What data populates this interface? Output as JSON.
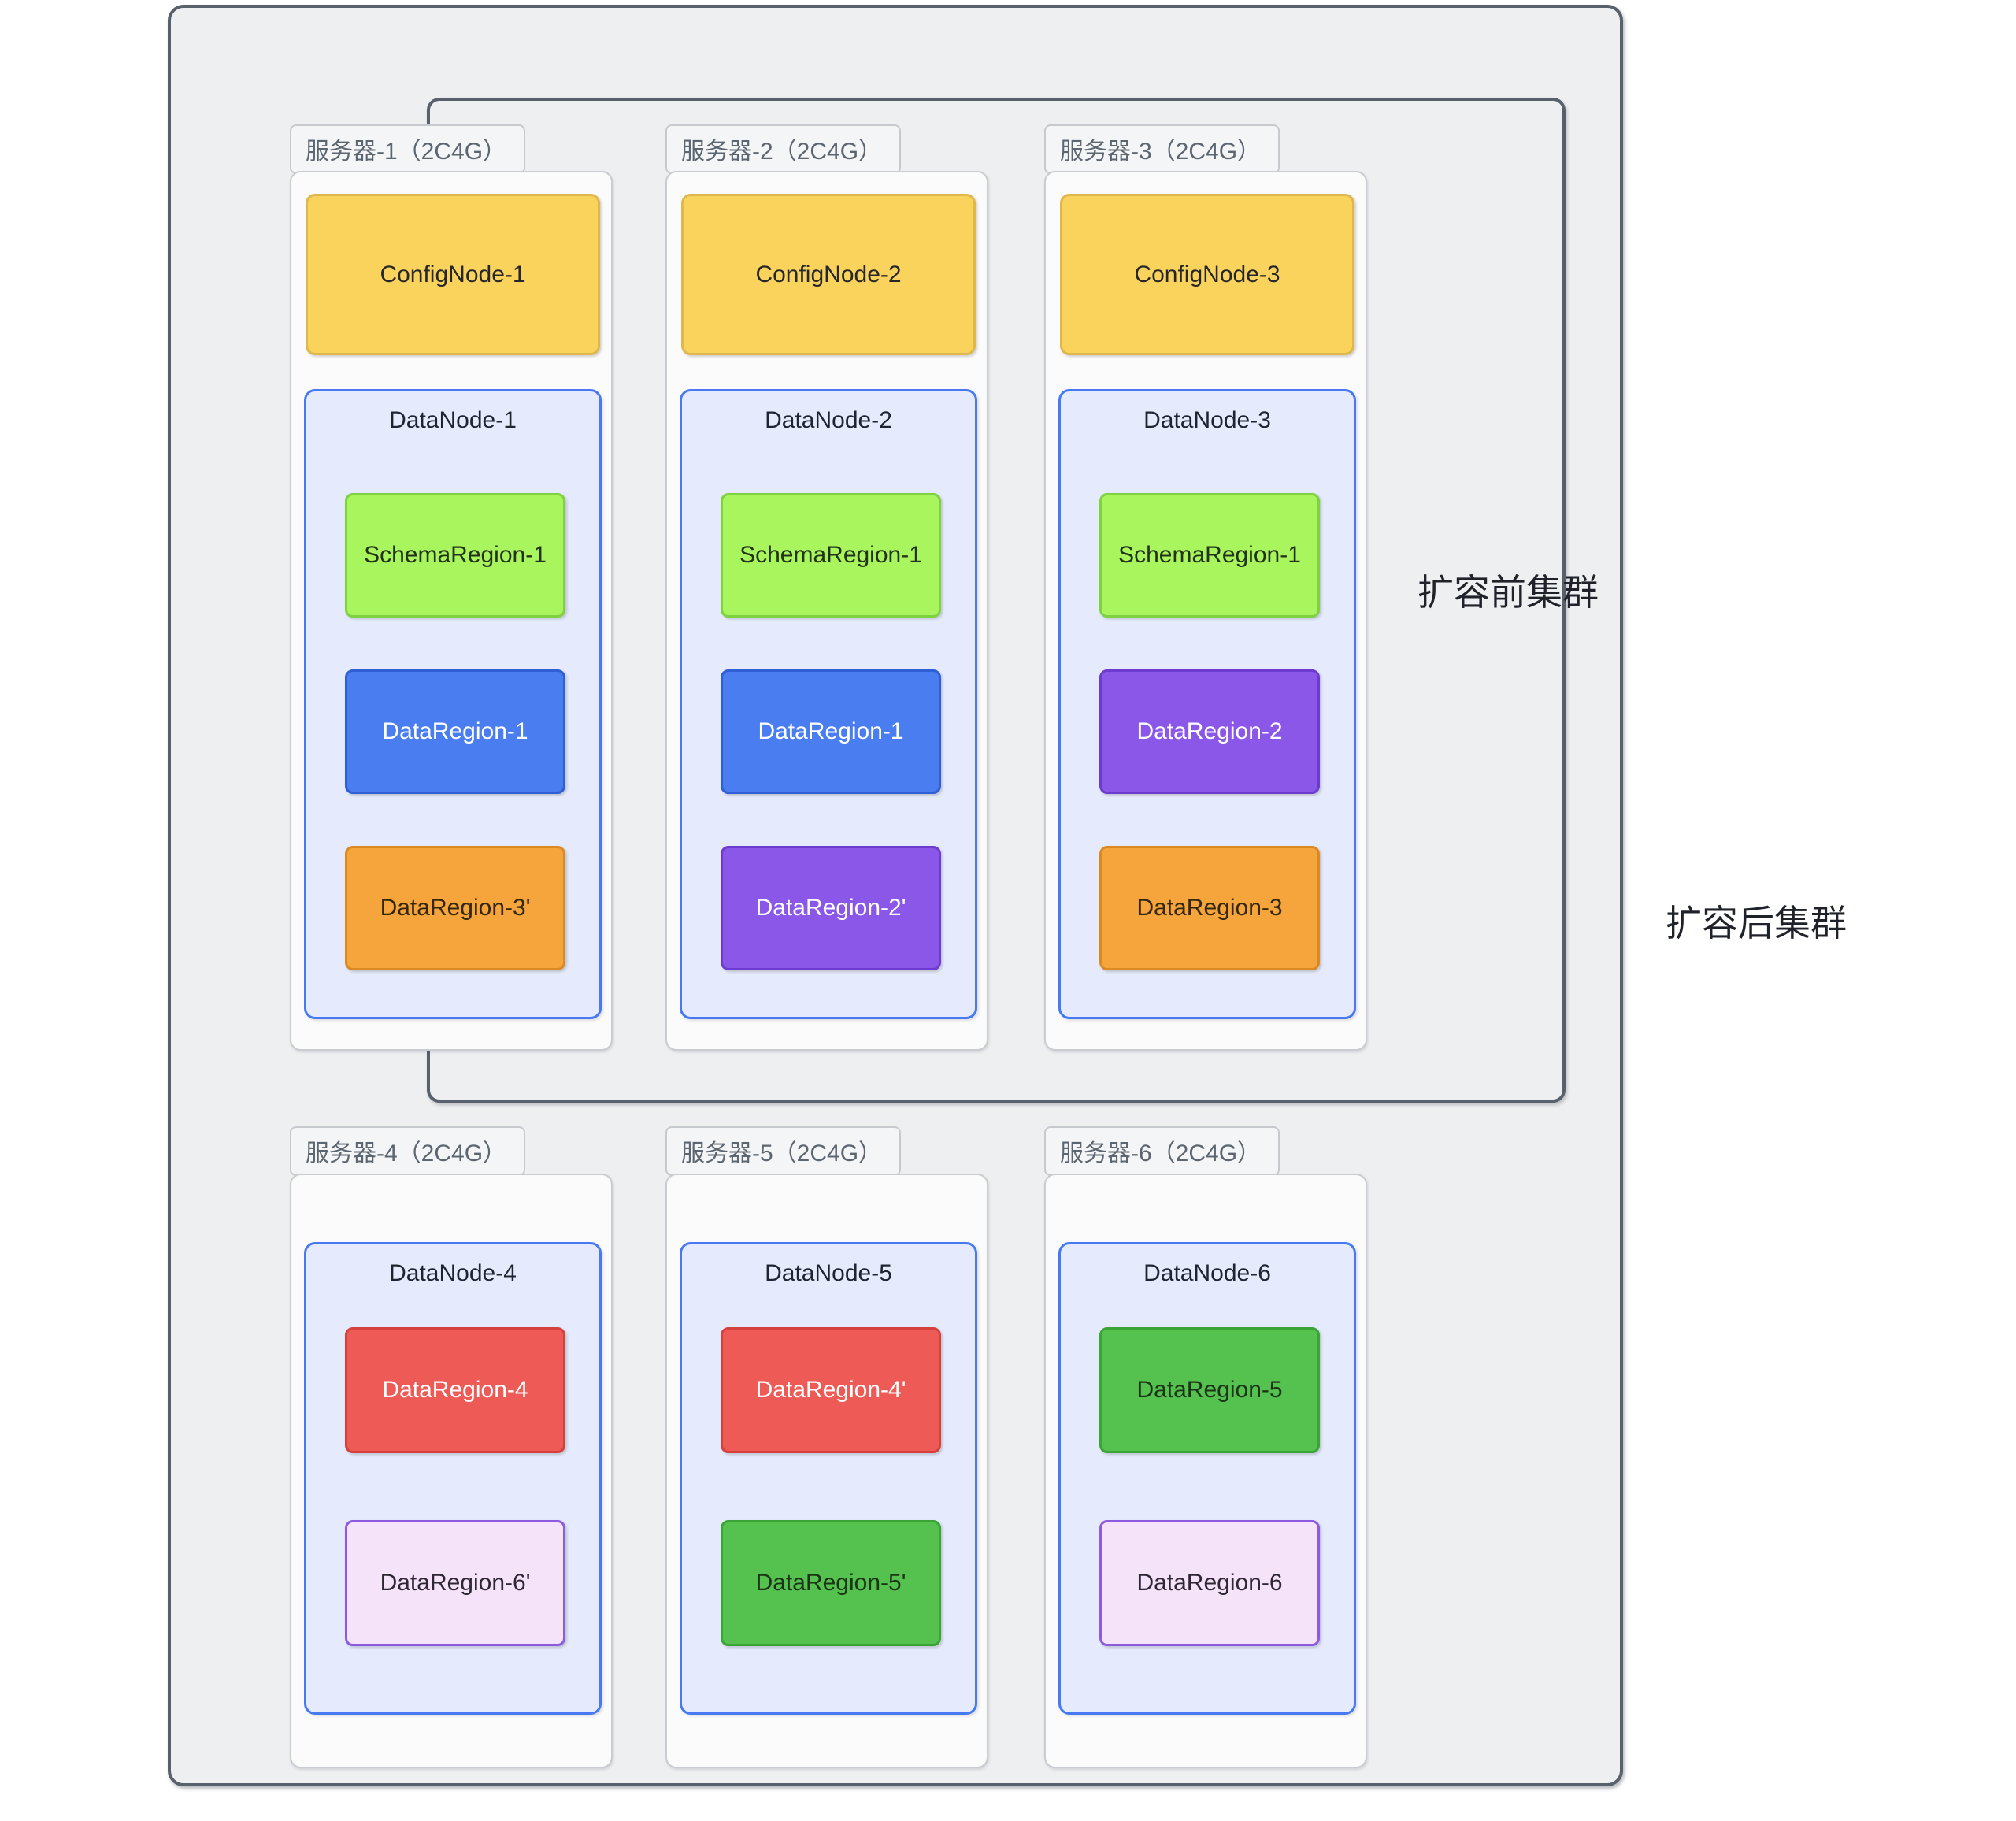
{
  "clusters": {
    "before_label": "扩容前集群",
    "after_label": "扩容后集群"
  },
  "palette": {
    "outer_box": {
      "fill": "#EEEFF1",
      "border": "#57606B"
    },
    "inner_box": {
      "border": "#57606B"
    },
    "cluster_label": {
      "text": "#1F2329"
    },
    "server_label": {
      "fill": "#F4F5F7",
      "border": "#C6C9CD",
      "text": "#5C6670"
    },
    "server_box": {
      "fill": "#FBFBFC",
      "border": "#C9CCD1"
    },
    "datanode": {
      "fill": "#E5EBFC",
      "border": "#4679F2",
      "text": "#1F2430"
    },
    "yellow": {
      "fill": "#F9D35C",
      "border": "#DFB84D",
      "text": "#26262B"
    },
    "schema_green": {
      "fill": "#A9F55D",
      "border": "#7ED23F",
      "text": "#23321A"
    },
    "blue": {
      "fill": "#4A7DF0",
      "border": "#2E5FD4",
      "text": "#FFFFFF"
    },
    "purple": {
      "fill": "#8A57E8",
      "border": "#6E3BD1",
      "text": "#FFFFFF"
    },
    "orange": {
      "fill": "#F6A43C",
      "border": "#DB8A22",
      "text": "#33270F"
    },
    "red": {
      "fill": "#EE5A55",
      "border": "#D6413D",
      "text": "#FFFFFF"
    },
    "mid_green": {
      "fill": "#55C14E",
      "border": "#3BA437",
      "text": "#1C3317"
    },
    "lavender": {
      "fill": "#F5E4F9",
      "border": "#8C5BE0",
      "text": "#2F2734"
    }
  },
  "servers": [
    {
      "label": "服务器-1（2C4G）",
      "config_node": {
        "label": "ConfigNode-1",
        "color": "yellow"
      },
      "data_node": {
        "label": "DataNode-1",
        "regions": [
          {
            "label": "SchemaRegion-1",
            "color": "schema_green"
          },
          {
            "label": "DataRegion-1",
            "color": "blue"
          },
          {
            "label": "DataRegion-3'",
            "color": "orange"
          }
        ]
      }
    },
    {
      "label": "服务器-2（2C4G）",
      "config_node": {
        "label": "ConfigNode-2",
        "color": "yellow"
      },
      "data_node": {
        "label": "DataNode-2",
        "regions": [
          {
            "label": "SchemaRegion-1",
            "color": "schema_green"
          },
          {
            "label": "DataRegion-1",
            "color": "blue"
          },
          {
            "label": "DataRegion-2'",
            "color": "purple"
          }
        ]
      }
    },
    {
      "label": "服务器-3（2C4G）",
      "config_node": {
        "label": "ConfigNode-3",
        "color": "yellow"
      },
      "data_node": {
        "label": "DataNode-3",
        "regions": [
          {
            "label": "SchemaRegion-1",
            "color": "schema_green"
          },
          {
            "label": "DataRegion-2",
            "color": "purple"
          },
          {
            "label": "DataRegion-3",
            "color": "orange"
          }
        ]
      }
    },
    {
      "label": "服务器-4（2C4G）",
      "data_node": {
        "label": "DataNode-4",
        "regions": [
          {
            "label": "DataRegion-4",
            "color": "red"
          },
          {
            "label": "DataRegion-6'",
            "color": "lavender"
          }
        ]
      }
    },
    {
      "label": "服务器-5（2C4G）",
      "data_node": {
        "label": "DataNode-5",
        "regions": [
          {
            "label": "DataRegion-4'",
            "color": "red"
          },
          {
            "label": "DataRegion-5'",
            "color": "mid_green"
          }
        ]
      }
    },
    {
      "label": "服务器-6（2C4G）",
      "data_node": {
        "label": "DataNode-6",
        "regions": [
          {
            "label": "DataRegion-5",
            "color": "mid_green"
          },
          {
            "label": "DataRegion-6",
            "color": "lavender"
          }
        ]
      }
    }
  ]
}
